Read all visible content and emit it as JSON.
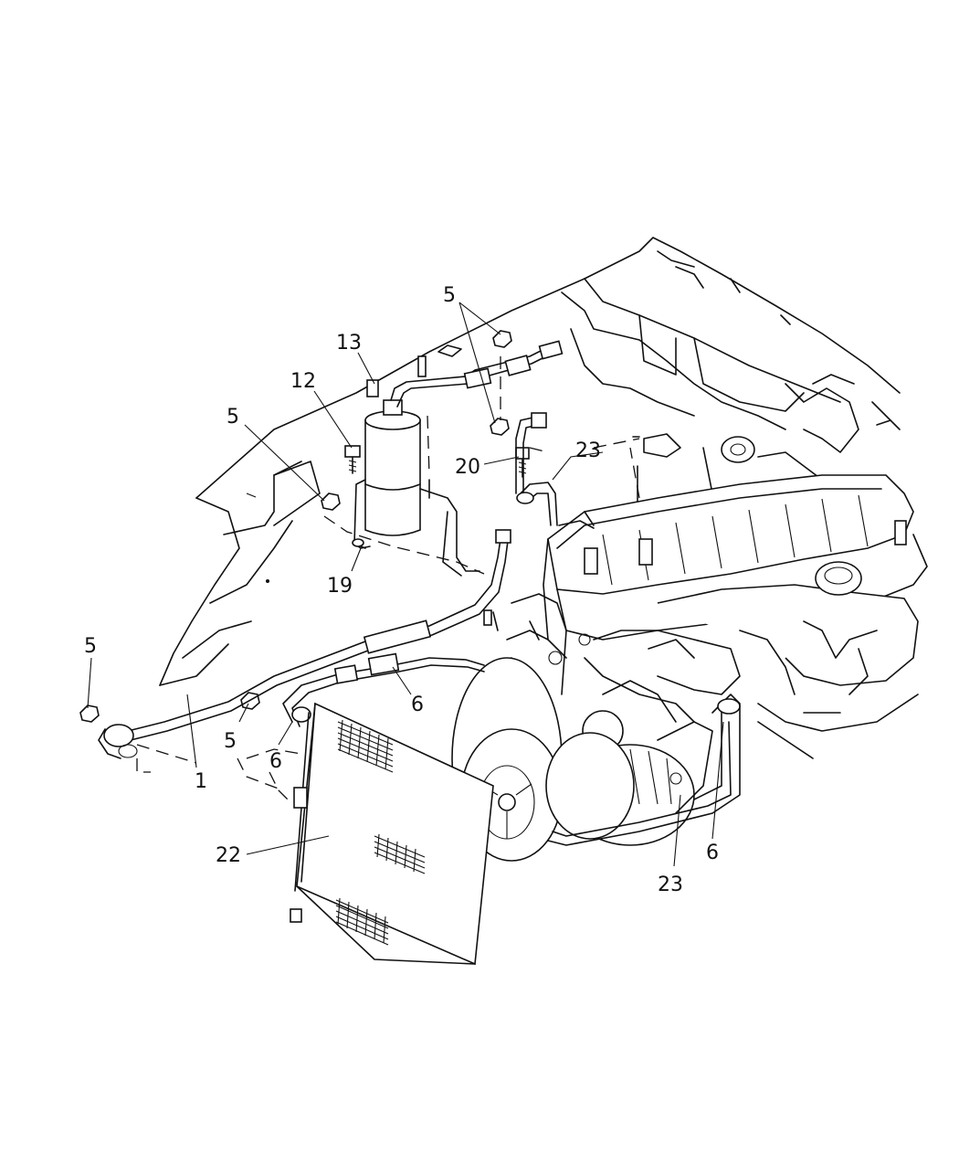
{
  "callouts": {
    "c1": "1",
    "c5a": "5",
    "c5b": "5",
    "c5c": "5",
    "c5d": "5",
    "c6a": "6",
    "c6b": "6",
    "c6c": "6",
    "c12": "12",
    "c13": "13",
    "c19": "19",
    "c20": "20",
    "c22": "22",
    "c23a": "23",
    "c23b": "23"
  }
}
